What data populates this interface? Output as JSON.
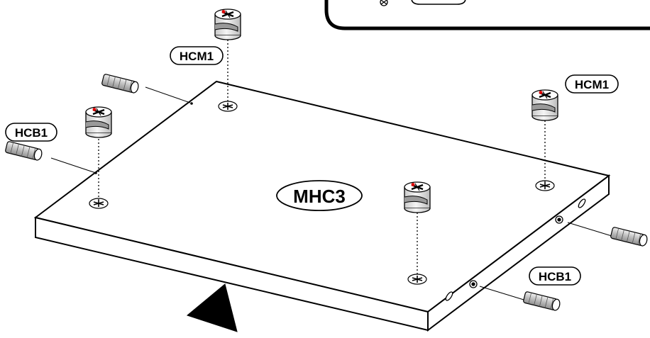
{
  "labels": {
    "hcm1_top": "HCM1",
    "hcm1_right": "HCM1",
    "hcb1_left": "HCB1",
    "hcb1_right": "HCB1",
    "panel": "MHC3"
  },
  "colors": {
    "stroke": "#000000",
    "panel_fill": "#ffffff",
    "cam_fill": "#e6e6e6",
    "dowel_fill": "#d9d9d9",
    "accent": "#e00000"
  }
}
